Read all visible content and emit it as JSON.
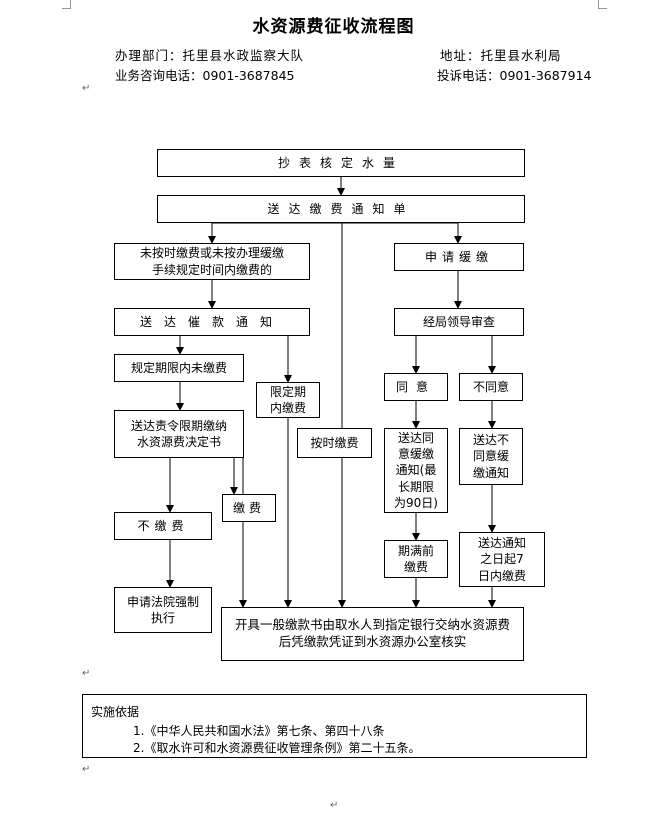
{
  "title": "水资源费征收流程图",
  "header": {
    "dept": "办理部门：托里县水政监察大队",
    "address": "地址：托里县水利局",
    "consult_phone": "业务咨询电话：0901-3687845",
    "complaint_phone": "投诉电话：0901-3687914"
  },
  "flow": {
    "meter": "抄表核定水量",
    "notice": "送达缴费通知单",
    "unpaid": "未按时缴费或未按办理缓缴\n手续规定时间内缴费的",
    "apply_defer": "申请缓缴",
    "urge": "送达催款通知",
    "review": "经局领导审查",
    "overdue": "规定期限内未缴费",
    "limited_pay": "限定期\n内缴费",
    "agree": "同意",
    "disagree": "不同意",
    "order": "送达责令限期缴纳\n水资源费决定书",
    "on_time": "按时缴费",
    "agree_notice": "送达同\n意缓缴\n通知(最\n长期限\n为90日)",
    "disagree_notice": "送达不\n同意缓\n缴通知",
    "pay": "缴费",
    "not_pay": "不缴费",
    "before_due": "期满前\n缴费",
    "within7": "送达通知\n之日起7\n日内缴费",
    "court": "申请法院强制\n执行",
    "final": "开具一般缴款书由取水人到指定银行交纳水资源费\n后凭缴款凭证到水资源办公室核实"
  },
  "basis": {
    "heading": "实施依据",
    "item1": "1.《中华人民共和国水法》第七条、第四十八条",
    "item2": "2.《取水许可和水资源费征收管理条例》第二十五条。"
  },
  "marks": {
    "paragraph": "↵"
  }
}
